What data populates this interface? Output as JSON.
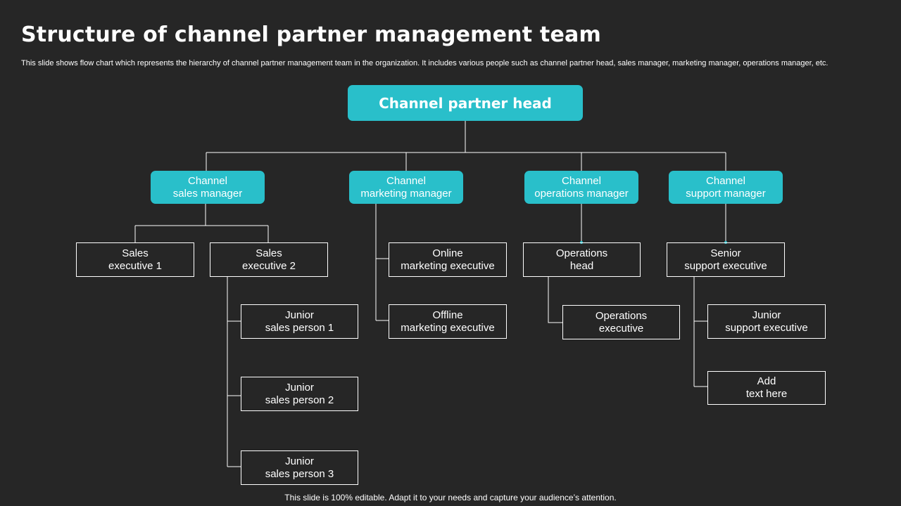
{
  "slide": {
    "title": "Structure of channel partner management team",
    "description": "This slide shows flow chart which represents the hierarchy of  channel partner management team in the organization. It includes various people such as channel partner head, sales manager, marketing manager, operations manager, etc.",
    "footer": "This slide is 100% editable. Adapt it to your needs and capture your audience’s attention."
  },
  "colors": {
    "background": "#262626",
    "accent": "#29BFCA",
    "line": "#ffffff"
  },
  "org": {
    "head": "Channel partner head",
    "managers": [
      {
        "line1": "Channel",
        "line2": "sales manager"
      },
      {
        "line1": "Channel",
        "line2": "marketing manager"
      },
      {
        "line1": "Channel",
        "line2": "operations manager"
      },
      {
        "line1": "Channel",
        "line2": "support manager"
      }
    ],
    "sales": {
      "executives": [
        {
          "line1": "Sales",
          "line2": "executive 1"
        },
        {
          "line1": "Sales",
          "line2": "executive 2"
        }
      ],
      "junior": [
        {
          "line1": "Junior",
          "line2": "sales person 1"
        },
        {
          "line1": "Junior",
          "line2": "sales person 2"
        },
        {
          "line1": "Junior",
          "line2": "sales person 3"
        }
      ]
    },
    "marketing": [
      {
        "line1": "Online",
        "line2": "marketing executive"
      },
      {
        "line1": "Offline",
        "line2": "marketing executive"
      }
    ],
    "operations": {
      "head": {
        "line1": "Operations",
        "line2": "head"
      },
      "executive": {
        "line1": "Operations",
        "line2": "executive"
      }
    },
    "support": {
      "senior": {
        "line1": "Senior",
        "line2": "support executive"
      },
      "junior": {
        "line1": "Junior",
        "line2": "support executive"
      },
      "placeholder": {
        "line1": "Add",
        "line2": "text here"
      }
    }
  }
}
